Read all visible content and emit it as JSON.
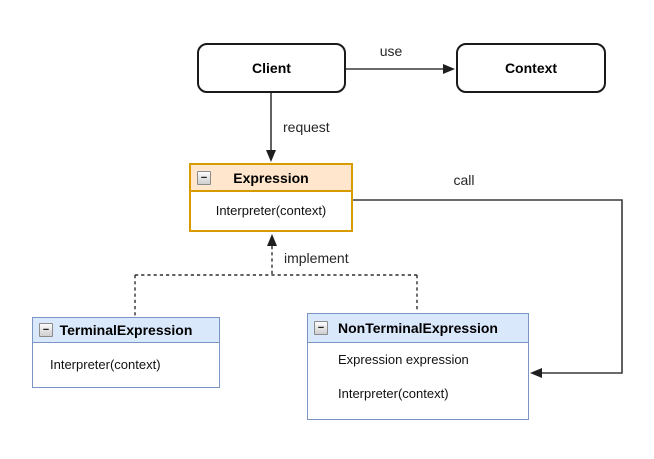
{
  "nodes": {
    "client": {
      "label": "Client"
    },
    "context": {
      "label": "Context"
    },
    "expression": {
      "title": "Expression",
      "members": [
        "Interpreter(context)"
      ],
      "header_fill": "#ffe6cc",
      "border_color": "#d79b00"
    },
    "terminal_expression": {
      "title": "TerminalExpression",
      "members": [
        "Interpreter(context)"
      ],
      "header_fill": "#dae8fc",
      "border_color": "#7b96c5"
    },
    "non_terminal_expression": {
      "title": "NonTerminalExpression",
      "members": [
        "Expression expression",
        "Interpreter(context)"
      ],
      "header_fill": "#dae8fc",
      "border_color": "#7b96c5"
    }
  },
  "edges": {
    "use": {
      "label": "use"
    },
    "request": {
      "label": "request"
    },
    "call": {
      "label": "call"
    },
    "implement": {
      "label": "implement"
    }
  },
  "icons": {
    "collapse_glyph": "−"
  },
  "colors": {
    "line": "#3a3a3a",
    "arrowhead": "#1f1f1f",
    "background": "#ffffff"
  }
}
